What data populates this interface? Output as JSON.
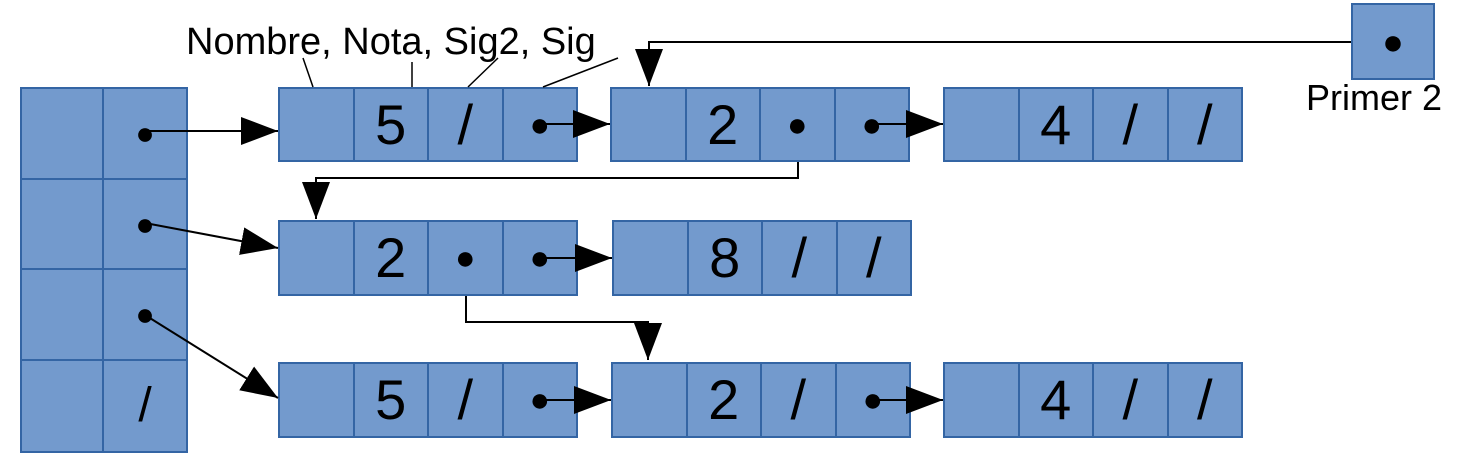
{
  "labels": {
    "fields_caption": "Nombre, Nota, Sig2, Sig",
    "primer_caption": "Primer 2"
  },
  "colors": {
    "cell_fill": "#739ACD",
    "cell_border": "#3465A4",
    "connector": "#000000",
    "text": "#000000",
    "background": "#FFFFFF"
  },
  "array": {
    "rows": [
      {
        "col1": "",
        "col2": "●"
      },
      {
        "col1": "",
        "col2": "●"
      },
      {
        "col1": "",
        "col2": "●"
      },
      {
        "col1": "",
        "col2": "/"
      }
    ]
  },
  "primer_box": {
    "pointer": "●"
  },
  "lists": {
    "row1": [
      {
        "nombre": "",
        "nota": "5",
        "sig2": "/",
        "sig": "●"
      },
      {
        "nombre": "",
        "nota": "2",
        "sig2": "●",
        "sig": "●"
      },
      {
        "nombre": "",
        "nota": "4",
        "sig2": "/",
        "sig": "/"
      }
    ],
    "row2": [
      {
        "nombre": "",
        "nota": "2",
        "sig2": "●",
        "sig": "●"
      },
      {
        "nombre": "",
        "nota": "8",
        "sig2": "/",
        "sig": "/"
      }
    ],
    "row3": [
      {
        "nombre": "",
        "nota": "5",
        "sig2": "/",
        "sig": "●"
      },
      {
        "nombre": "",
        "nota": "2",
        "sig2": "/",
        "sig": "●"
      },
      {
        "nombre": "",
        "nota": "4",
        "sig2": "/",
        "sig": "/"
      }
    ]
  }
}
